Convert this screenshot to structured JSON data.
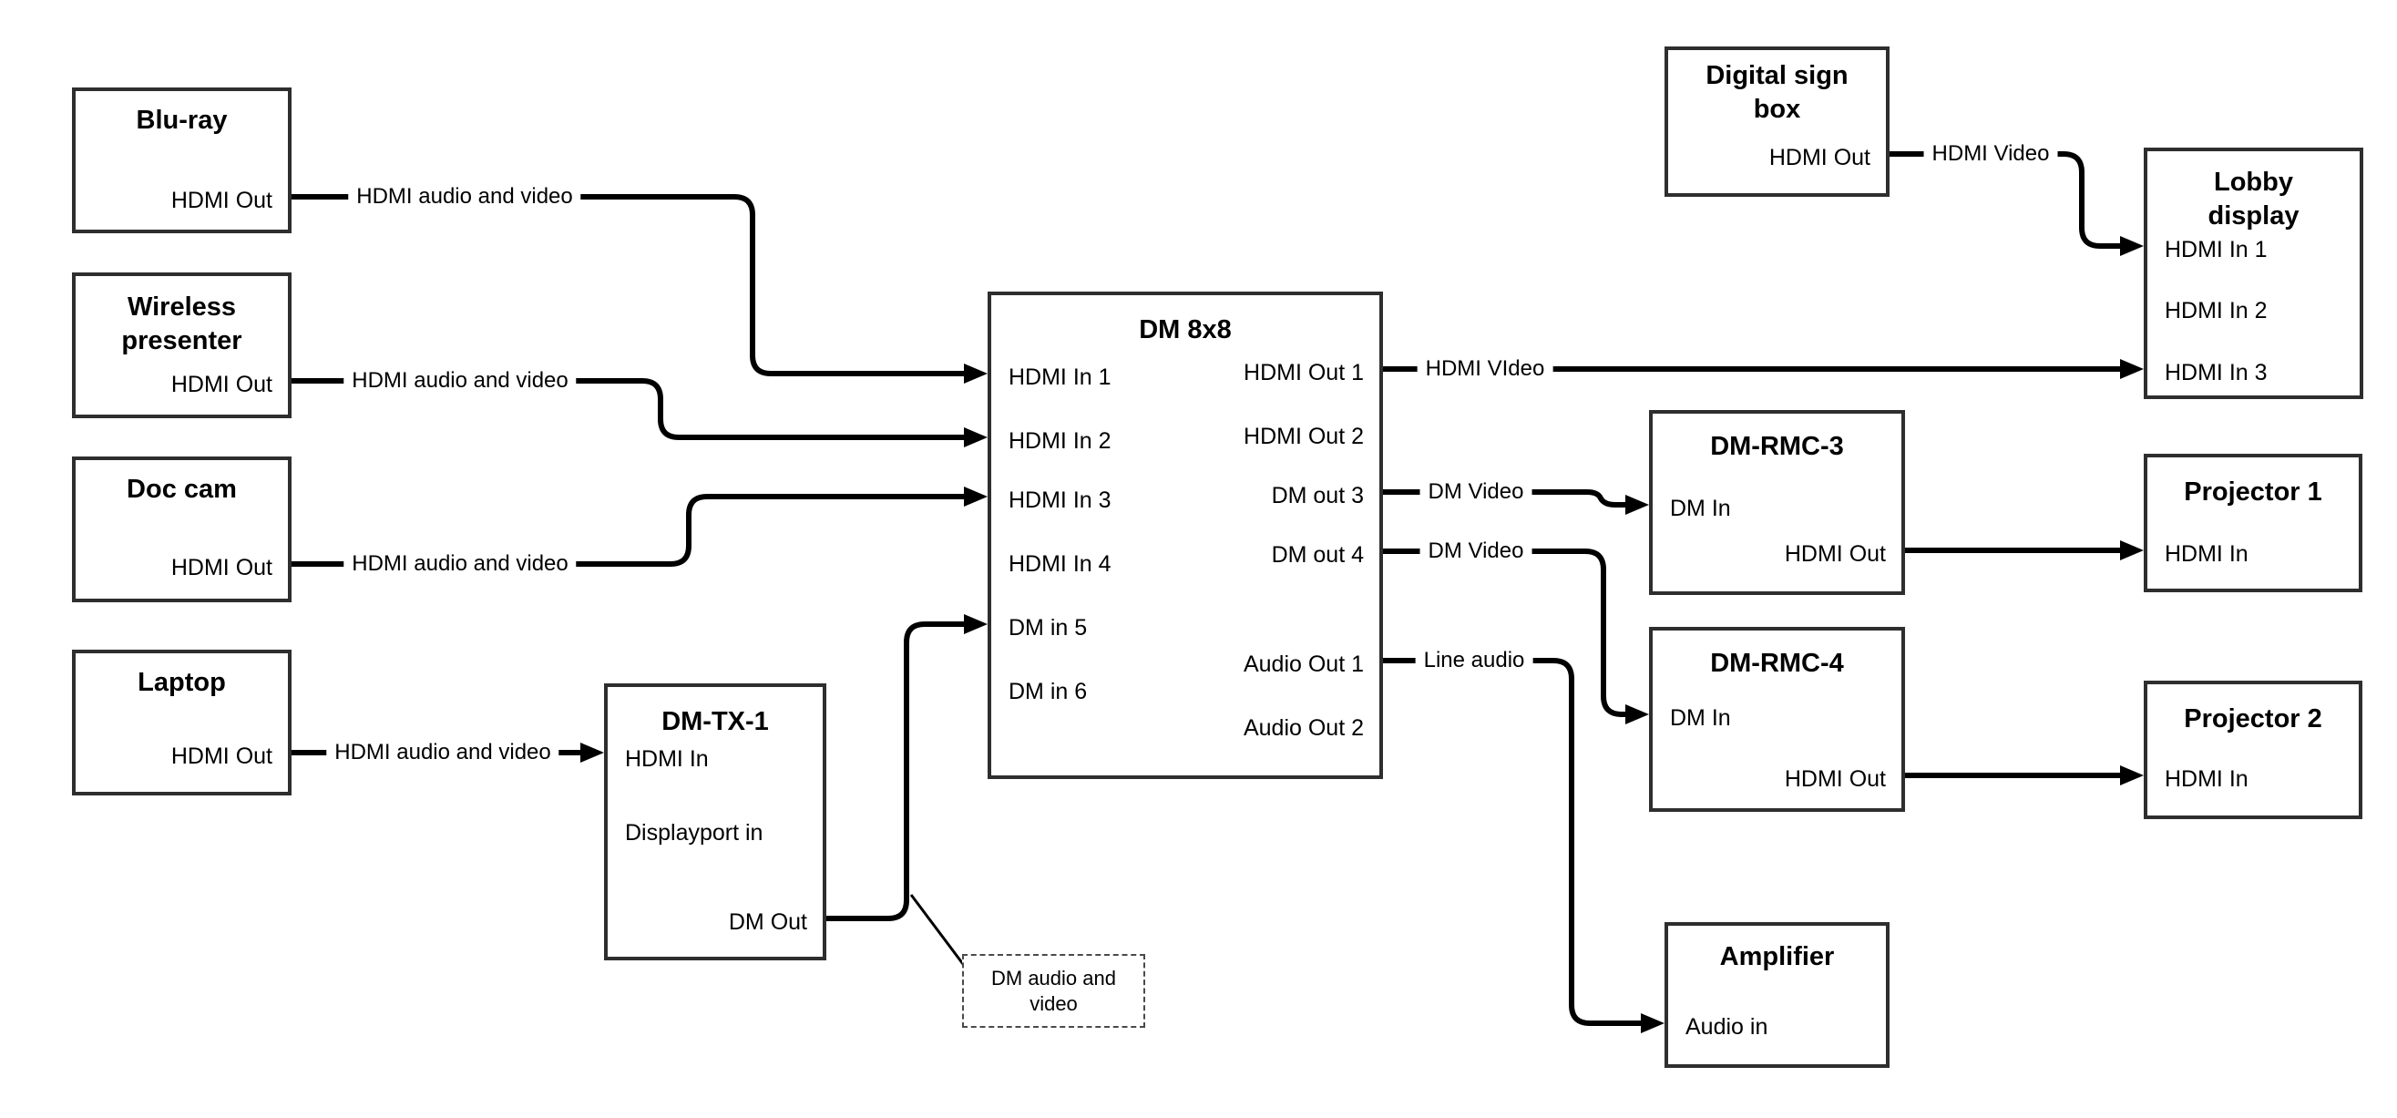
{
  "diagram": {
    "background_color": "#ffffff",
    "wire_color": "#000000",
    "box_border_color": "#2e2e2e"
  },
  "nodes": {
    "bluray": {
      "title": "Blu-ray",
      "port_out": "HDMI Out"
    },
    "wireless": {
      "title": "Wireless",
      "title2": "presenter",
      "port_out": "HDMI Out"
    },
    "doccam": {
      "title": "Doc cam",
      "port_out": "HDMI Out"
    },
    "laptop": {
      "title": "Laptop",
      "port_out": "HDMI Out"
    },
    "dmtx1": {
      "title": "DM-TX-1",
      "port_hdmi_in": "HDMI In",
      "port_dp_in": "Displayport in",
      "port_dm_out": "DM Out"
    },
    "dm8x8": {
      "title": "DM 8x8",
      "port_in1": "HDMI In 1",
      "port_in2": "HDMI In 2",
      "port_in3": "HDMI In 3",
      "port_in4": "HDMI In 4",
      "port_in5": "DM in 5",
      "port_in6": "DM in 6",
      "port_out1": "HDMI Out 1",
      "port_out2": "HDMI Out 2",
      "port_out3": "DM out 3",
      "port_out4": "DM out 4",
      "port_aout1": "Audio Out 1",
      "port_aout2": "Audio Out 2"
    },
    "signbox": {
      "title": "Digital sign",
      "title2": "box",
      "port_out": "HDMI Out"
    },
    "lobby": {
      "title": "Lobby",
      "title2": "display",
      "port_in1": "HDMI In 1",
      "port_in2": "HDMI In 2",
      "port_in3": "HDMI In 3"
    },
    "rmc3": {
      "title": "DM-RMC-3",
      "port_dm_in": "DM In",
      "port_hdmi_out": "HDMI Out"
    },
    "proj1": {
      "title": "Projector 1",
      "port_in": "HDMI In"
    },
    "rmc4": {
      "title": "DM-RMC-4",
      "port_dm_in": "DM In",
      "port_hdmi_out": "HDMI Out"
    },
    "proj2": {
      "title": "Projector 2",
      "port_in": "HDMI In"
    },
    "amp": {
      "title": "Amplifier",
      "port_in": "Audio in"
    }
  },
  "wire_labels": {
    "bluray_av": "HDMI audio and video",
    "wireless_av": "HDMI audio and video",
    "doccam_av": "HDMI audio and video",
    "laptop_av": "HDMI audio and video",
    "out1_video": "HDMI VIdeo",
    "signbox_video": "HDMI Video",
    "out3_video": "DM Video",
    "out4_video": "DM Video",
    "line_audio": "Line audio",
    "annotation": "DM audio and video"
  }
}
